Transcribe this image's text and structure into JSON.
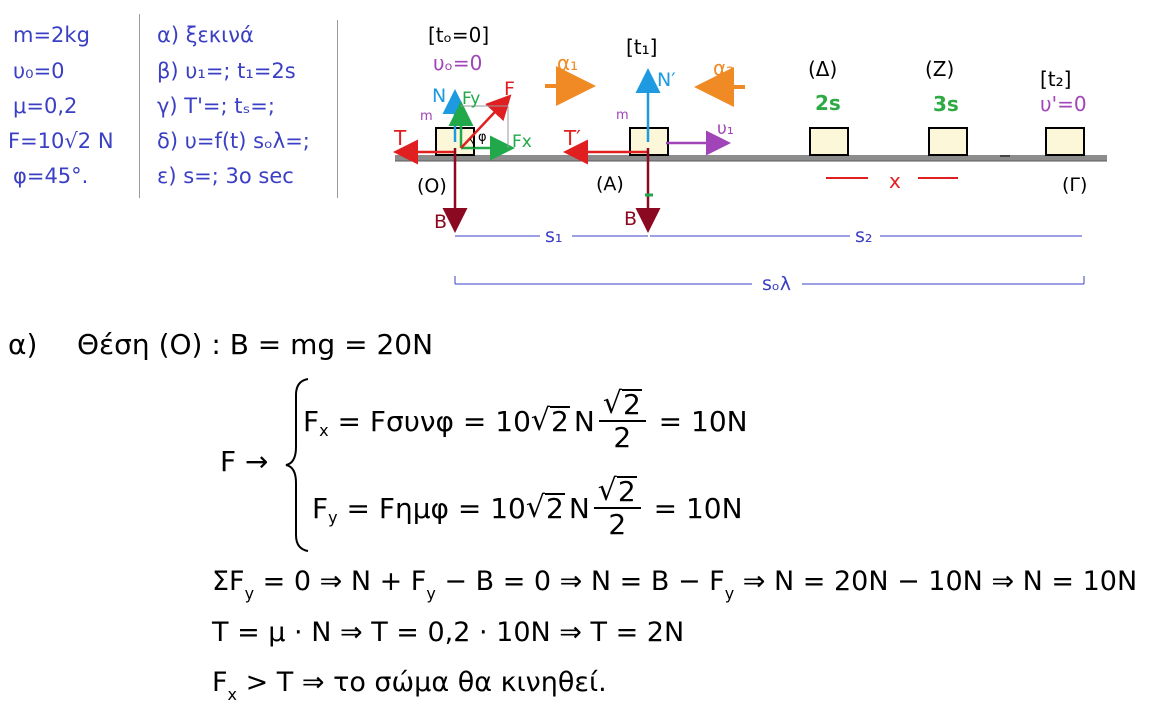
{
  "given": [
    "m=2kg",
    "υ₀=0",
    "μ=0,2",
    "F=10√2 N",
    "φ=45°."
  ],
  "questions": [
    "α) ξεκινά",
    "β) υ₁=; t₁=2s",
    "γ) T'=; tₛ=;",
    "δ) υ=f(t) sₒλ=;",
    "ε) s=; 3ο sec"
  ],
  "diagram": {
    "t0": "[tₒ=0]",
    "v0": "υₒ=0",
    "t1": "[t₁]",
    "t2": "[t₂]",
    "v_final": "υ'=0",
    "a1": "α₁",
    "a2": "α₂",
    "delta": "(Δ)",
    "zeta": "(Ζ)",
    "t_delta": "2s",
    "t_zeta": "3s",
    "N": "N",
    "N_prime": "N′",
    "Fy": "Fy",
    "Fx": "Fx",
    "F": "F",
    "phi": "φ",
    "T": "T",
    "T_prime": "T′",
    "v1": "υ₁",
    "m": "m",
    "m2": "m",
    "O": "(Ο)",
    "A": "(Α)",
    "Gamma": "(Γ)",
    "B": "B",
    "B2": "B",
    "x": "x",
    "s1": "s₁",
    "s2": "s₂",
    "s_total": "sₒλ",
    "colors": {
      "force": "#e02020",
      "normal": "#1e9be0",
      "components": "#21a84a",
      "accel": "#f08a24",
      "weight": "#8b0a22",
      "velocity": "#a144b8",
      "time": "#2eaa44",
      "label": "#3a3fc4",
      "block": "#fbf7d8"
    }
  },
  "solution": {
    "part": "α)",
    "line1": "Θέση (Ο) : B = mg = 20N",
    "F_label": "F →",
    "fx_lhs": "x",
    "fx_rhs1": " = Fσυνφ = 10",
    "fx_rhs2": "N",
    "fx_eq": " = 10N",
    "fy_lhs": "y",
    "fy_rhs1": " = Fημφ = 10",
    "fy_rhs2": "N",
    "fy_eq": " = 10N",
    "sqrt2": "2",
    "frac_den": "2",
    "sum_a": "ΣF",
    "sum_b": "y",
    "sum_c": " = 0 ⇒ N + F",
    "sum_d": "y",
    "sum_e": " − B = 0 ⇒ N = B − F",
    "sum_f": "y",
    "sum_g": " ⇒ N = 20N − 10N ⇒ N = 10N",
    "friction": "T = μ · N ⇒ T = 0,2 · 10N ⇒ T = 2N",
    "concl_a": "F",
    "concl_b": "x",
    "concl_c": " > T ⇒ το σώμα θα κινηθεί."
  }
}
